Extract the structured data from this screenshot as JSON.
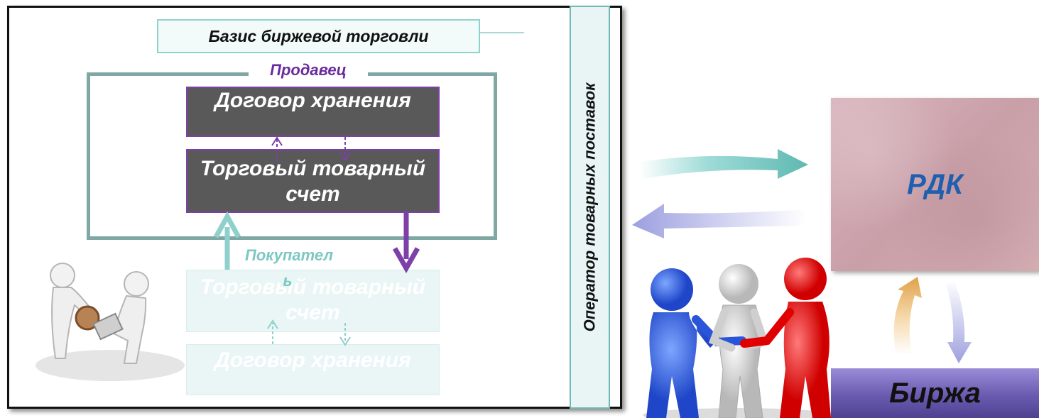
{
  "basis_label": "Базис биржевой торговли",
  "seller_label": "Продавец",
  "buyer_label": "Покупател ь",
  "seller_storage": "Договор хранения",
  "seller_account": "Торговый товарный счет",
  "buyer_account": "Торговый товарный счет",
  "buyer_storage": "Договор хранения",
  "operator_label": "Оператор товарных поставок",
  "rdk_label": "РДК",
  "exchange_label": "Биржа",
  "colors": {
    "seller_accent": "#6a2b9c",
    "buyer_accent": "#7cc7c4",
    "dark_box": "#595959",
    "rdk_text": "#1f5fb0",
    "exchange_bg": "#6a5bb0"
  },
  "icons": [
    "people-stamp-icon",
    "three-people-handshake-icon",
    "arrow-right-icon",
    "arrow-left-icon",
    "arrow-up-icon",
    "arrow-down-icon"
  ]
}
